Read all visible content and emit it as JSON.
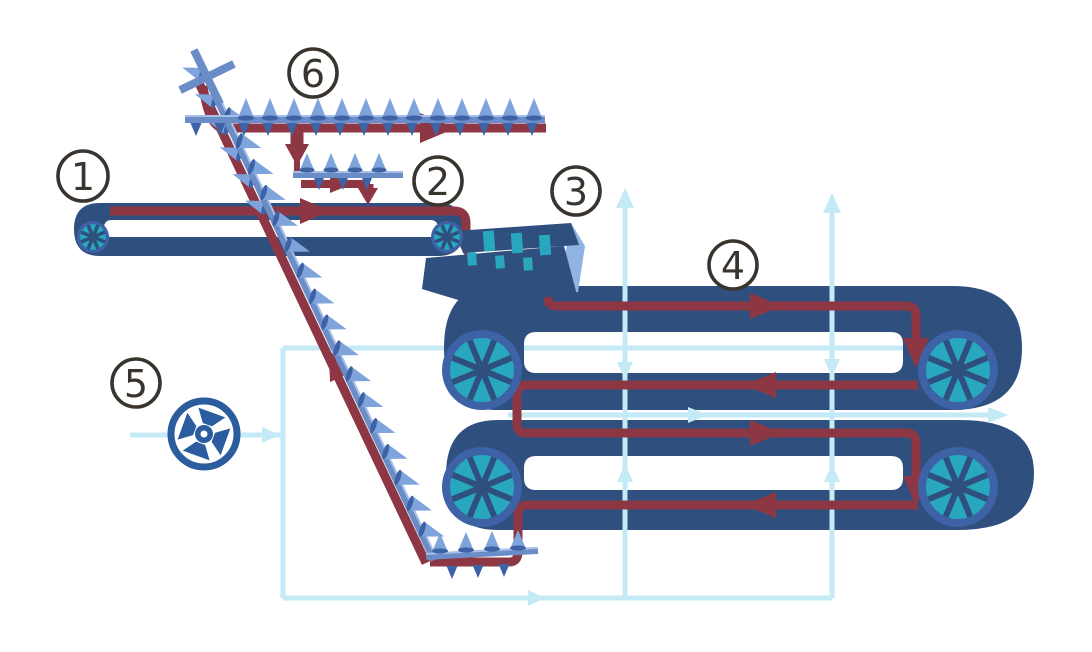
{
  "diagram": {
    "kind": "recirculating-grain-dryer-process",
    "background": "#FFFFFF"
  },
  "labels": [
    {
      "text": "1"
    },
    {
      "text": "2"
    },
    {
      "text": "3"
    },
    {
      "text": "4"
    },
    {
      "text": "5"
    },
    {
      "text": "6"
    }
  ],
  "colors": {
    "bg": "#FFFFFF",
    "navy": "#2F4F7F",
    "wheelRim": "#3D63A6",
    "teal": "#28A7BE",
    "maroon": "#8E3744",
    "steel": "#6A8CC7",
    "railHL": "#A5BFE8",
    "coneLight": "#7FA3DB",
    "coneDark": "#3D63A6",
    "air": "#C4EAF6",
    "fan": "#2B5C9E",
    "ink": "#3A342E",
    "hopperLight": "#8FB3E3"
  },
  "flow_legend": {
    "material_flow_color": "#8E3744",
    "air_flow_color": "#C4EAF6"
  }
}
